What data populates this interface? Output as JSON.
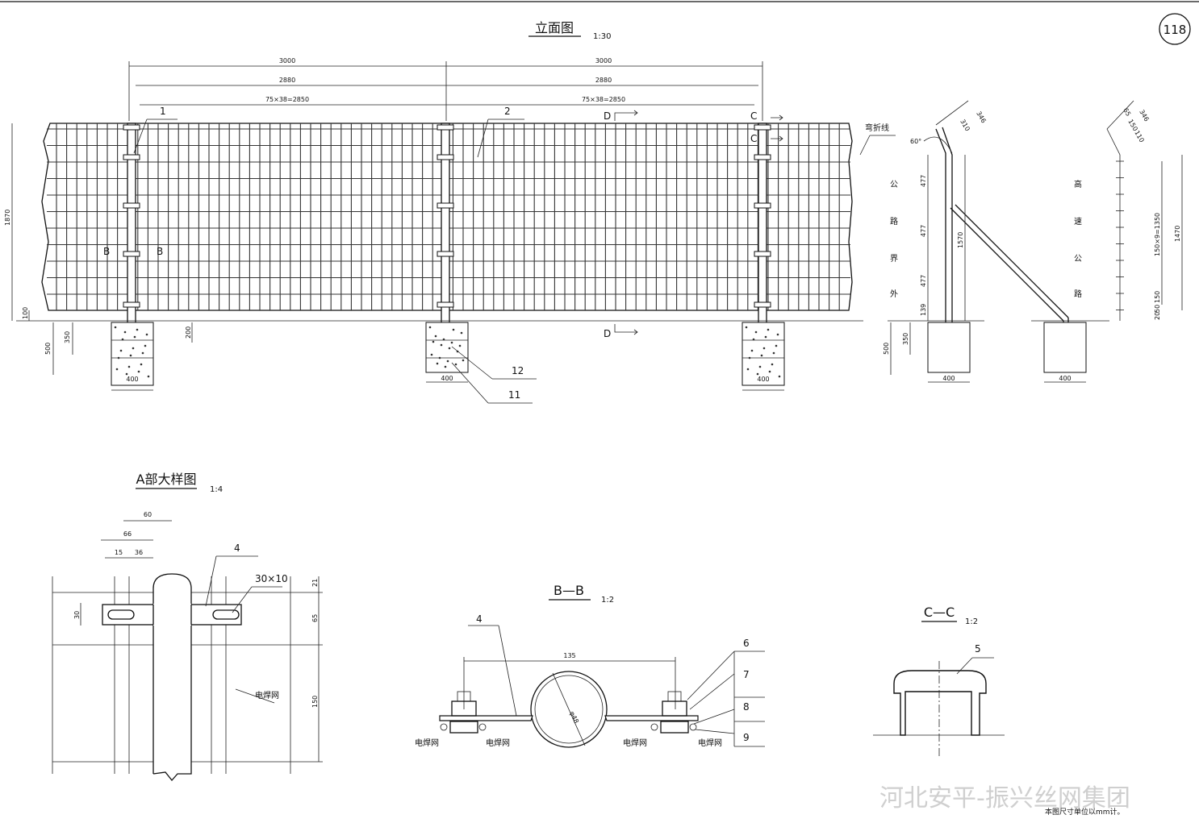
{
  "page_number": "118",
  "watermark": "河北安平-振兴丝网集团",
  "note": "本图尺寸单位以mm计。",
  "elevation": {
    "title": "立面图",
    "scale": "1:30",
    "dims_top": [
      "3000",
      "3000",
      "2880",
      "2880",
      "75×38=2850",
      "75×38=2850"
    ],
    "dim_height": "1870",
    "dim_base": [
      "100",
      "500",
      "350",
      "200"
    ],
    "footing_width": "400",
    "callouts": [
      "1",
      "2",
      "12",
      "11"
    ],
    "section_marks": [
      "B",
      "B",
      "C",
      "C",
      "D",
      "D"
    ],
    "fold_line": "弯折线"
  },
  "side_view": {
    "dims_left": [
      "477",
      "477",
      "477",
      "139",
      "500",
      "350"
    ],
    "dim_height": "1570",
    "dims_top": [
      "346",
      "310"
    ],
    "angle": "60°",
    "left_text": [
      "公",
      "路",
      "界",
      "外"
    ],
    "right_text": [
      "高",
      "速",
      "公",
      "路"
    ],
    "footing_width": "400"
  },
  "right_view": {
    "dims_top": [
      "346",
      "65",
      "150",
      "110"
    ],
    "dims_right": [
      "150×9=1350",
      "1470",
      "150",
      "50",
      "20"
    ],
    "footing_width": "400"
  },
  "detail_a": {
    "title": "A部大样图",
    "scale": "1:4",
    "dims_top": [
      "60",
      "66",
      "15",
      "36"
    ],
    "dims_side": [
      "30",
      "21",
      "65",
      "150"
    ],
    "slot_label": "30×10",
    "callout": "4",
    "mesh_label": "电焊网"
  },
  "section_bb": {
    "title": "B—B",
    "scale": "1:2",
    "dim_width": "135",
    "pipe_dia": "φ48",
    "callouts": [
      "4",
      "6",
      "7",
      "8",
      "9"
    ],
    "mesh_labels": [
      "电焊网",
      "电焊网",
      "电焊网",
      "电焊网"
    ]
  },
  "section_cc": {
    "title": "C—C",
    "scale": "1:2",
    "callout": "5"
  }
}
